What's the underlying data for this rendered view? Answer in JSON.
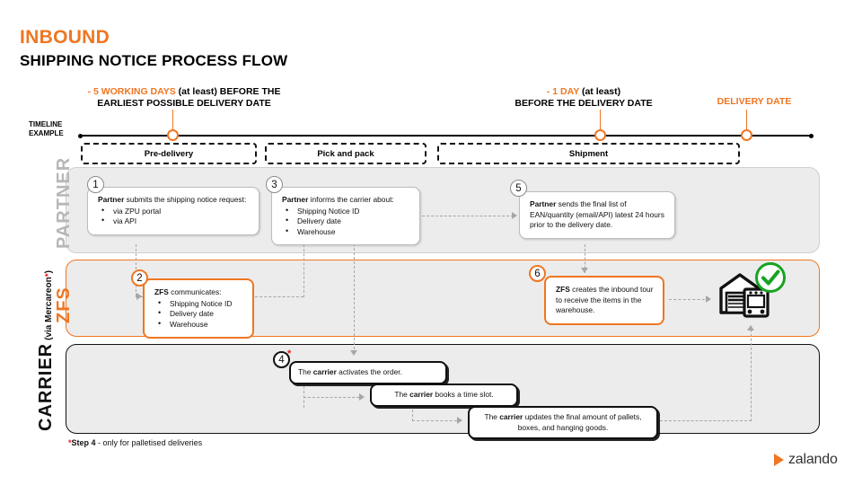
{
  "header": {
    "eyebrow": "INBOUND",
    "title": "SHIPPING NOTICE PROCESS FLOW",
    "brand_orange": "#EF7622"
  },
  "timeline": {
    "axis_label": "TIMELINE\nEXAMPLE",
    "axis_label_line1": "TIMELINE",
    "axis_label_line2": "EXAMPLE",
    "markers": [
      {
        "id": "marker-5-working-days",
        "caption_line1_orange": "- 5 WORKING DAYS",
        "caption_line1_black": " (at least) BEFORE THE",
        "caption_line2": "EARLIEST POSSIBLE DELIVERY DATE"
      },
      {
        "id": "marker-1-day",
        "caption_line1_orange": "-  1 DAY",
        "caption_line1_black": " (at least)",
        "caption_line2": "BEFORE THE DELIVERY DATE"
      },
      {
        "id": "marker-delivery-date",
        "caption_line1_orange": "DELIVERY DATE",
        "caption_line1_black": "",
        "caption_line2": ""
      }
    ],
    "phases": [
      {
        "id": "phase-pre-delivery",
        "label": "Pre-delivery"
      },
      {
        "id": "phase-pick-and-pack",
        "label": "Pick and pack"
      },
      {
        "id": "phase-shipment",
        "label": "Shipment"
      }
    ]
  },
  "lanes": [
    {
      "id": "lane-partner",
      "title": "PARTNER",
      "color": "#B7B7B7"
    },
    {
      "id": "lane-zfs",
      "title": "ZFS",
      "color": "#EF7622"
    },
    {
      "id": "lane-carrier",
      "title": "CARRIER",
      "subtitle": "(via Mercareon",
      "subtitle_star": "*",
      "subtitle_end": ")",
      "color": "#111111"
    }
  ],
  "steps": {
    "step1": {
      "number": "1",
      "lead": "Partner",
      "text": " submits the shipping notice request:",
      "bullets": [
        "via ZPU portal",
        "via API"
      ]
    },
    "step2": {
      "number": "2",
      "lead": "ZFS",
      "text": " communicates:",
      "bullets": [
        "Shipping Notice ID",
        "Delivery date",
        "Warehouse"
      ]
    },
    "step3": {
      "number": "3",
      "lead": "Partner",
      "text": " informs the carrier about:",
      "bullets": [
        "Shipping Notice ID",
        "Delivery date",
        "Warehouse"
      ]
    },
    "step4": {
      "number": "4",
      "star": "*",
      "pre": "The ",
      "lead": "carrier",
      "post": " activates the order."
    },
    "step5": {
      "number": "5",
      "lead": "Partner",
      "text": " sends the final list of EAN/quantity (email/API) latest 24 hours prior to the delivery date."
    },
    "step6": {
      "number": "6",
      "lead": "ZFS",
      "text": " creates the inbound tour to receive the items in the warehouse."
    },
    "step7": {
      "pre": "The ",
      "lead": "carrier",
      "post": " books a time slot."
    },
    "step8": {
      "pre": "The ",
      "lead": "carrier",
      "post": " updates the final amount of pallets, boxes, and hanging goods."
    }
  },
  "icons": {
    "warehouse": "warehouse-truck-icon",
    "check": "green-check-icon"
  },
  "footnote": {
    "star": "*",
    "bold": "Step 4",
    "rest": " - only for palletised deliveries"
  },
  "logo": {
    "wordmark": "zalando",
    "color": "#EF7622"
  }
}
